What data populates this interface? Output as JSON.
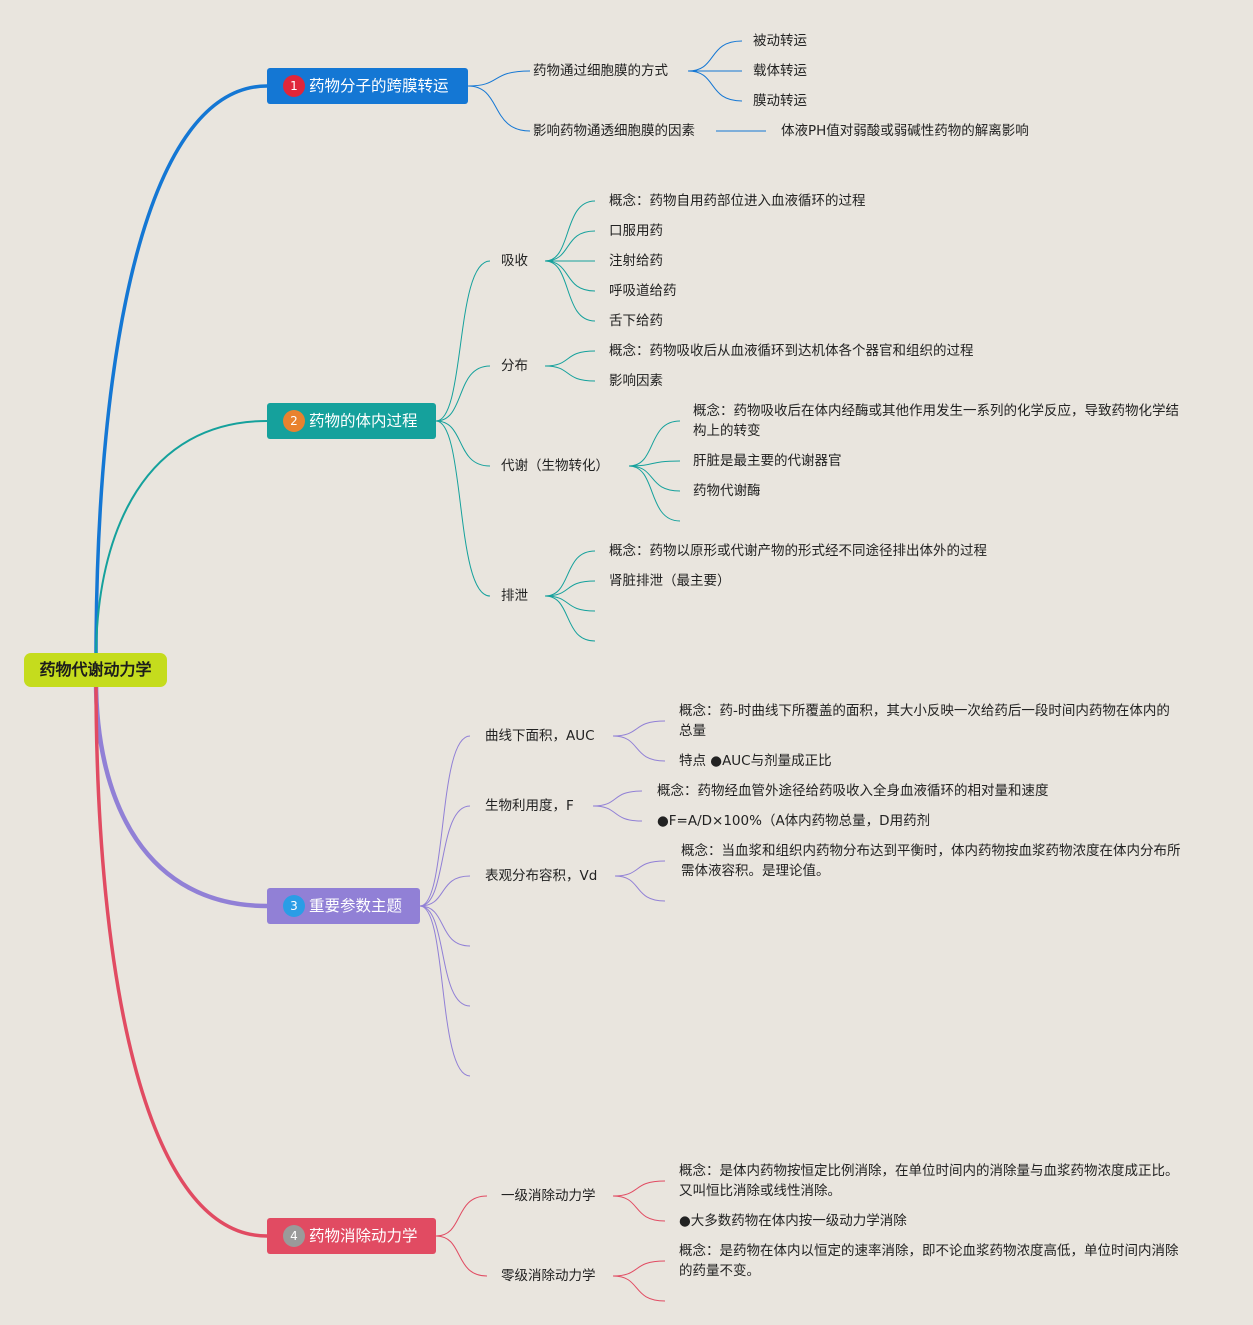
{
  "root": "药物代谢动力学",
  "colors": {
    "background": "#e9e5de",
    "root": "#c5dc1d",
    "topic1": "#1477d4",
    "topic2": "#15a19c",
    "topic3": "#9180d6",
    "topic4": "#e14b62",
    "badge1": "#e0263a",
    "badge2": "#e9822e",
    "badge3": "#2a9de6",
    "badge4": "#9a9a9a"
  },
  "topics": [
    {
      "number": "1",
      "label": "药物分子的跨膜转运",
      "children": [
        {
          "label": "药物通过细胞膜的方式",
          "children": [
            "被动转运",
            "载体转运",
            "膜动转运"
          ]
        },
        {
          "label": "影响药物通透细胞膜的因素",
          "children": [
            "体液PH值对弱酸或弱碱性药物的解离影响"
          ]
        }
      ]
    },
    {
      "number": "2",
      "label": "药物的体内过程",
      "children": [
        {
          "label": "吸收",
          "children": [
            "概念：药物自用药部位进入血液循环的过程",
            "口服用药",
            "注射给药",
            "呼吸道给药",
            "舌下给药"
          ]
        },
        {
          "label": "分布",
          "children": [
            "概念：药物吸收后从血液循环到达机体各个器官和组织的过程",
            "影响因素"
          ]
        },
        {
          "label": "代谢（生物转化）",
          "children": [
            "概念：药物吸收后在体内经酶或其他作用发生一系列的化学反应，导致药物化学结构上的转变",
            "肝脏是最主要的代谢器官",
            "药物代谢酶"
          ]
        },
        {
          "label": "排泄",
          "children": [
            "概念：药物以原形或代谢产物的形式经不同途径排出体外的过程",
            "肾脏排泄（最主要）"
          ]
        }
      ]
    },
    {
      "number": "3",
      "label": "重要参数主题",
      "children": [
        {
          "label": "曲线下面积，AUC",
          "children": [
            "概念：药-时曲线下所覆盖的面积，其大小反映一次给药后一段时间内药物在体内的总量",
            "特点 ●AUC与剂量成正比"
          ]
        },
        {
          "label": "生物利用度，F",
          "children": [
            "概念：药物经血管外途径给药吸收入全身血液循环的相对量和速度",
            "●F=A/D×100%（A体内药物总量，D用药剂"
          ]
        },
        {
          "label": "表观分布容积，Vd",
          "children": [
            "概念：当血浆和组织内药物分布达到平衡时，体内药物按血浆药物浓度在体内分布所需体液容积。是理论值。"
          ]
        }
      ]
    },
    {
      "number": "4",
      "label": "药物消除动力学",
      "children": [
        {
          "label": "一级消除动力学",
          "children": [
            "概念：是体内药物按恒定比例消除，在单位时间内的消除量与血浆药物浓度成正比。又叫恒比消除或线性消除。",
            "●大多数药物在体内按一级动力学消除"
          ]
        },
        {
          "label": "零级消除动力学",
          "children": [
            "概念：是药物在体内以恒定的速率消除，即不论血浆药物浓度高低，单位时间内消除的药量不变。"
          ]
        }
      ]
    }
  ]
}
